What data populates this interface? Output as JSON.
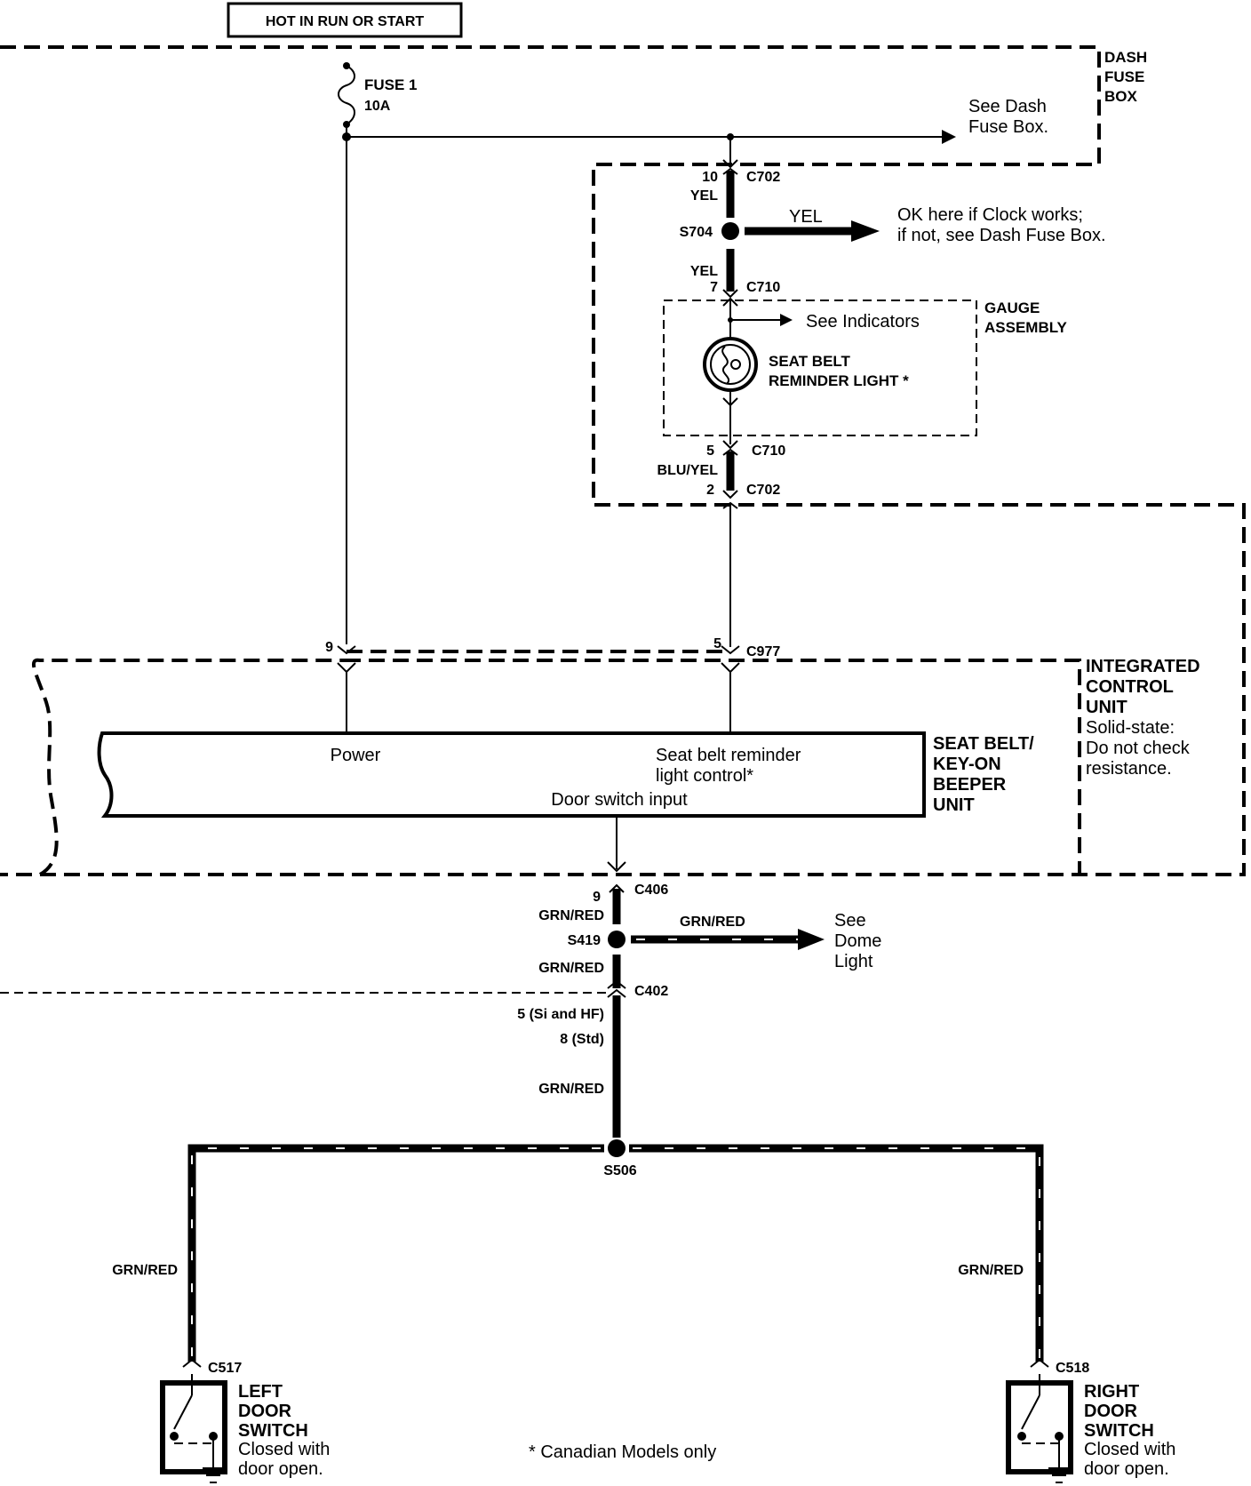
{
  "header": {
    "power_label": "HOT IN RUN OR START"
  },
  "dash_fuse_box": {
    "label": [
      "DASH",
      "FUSE",
      "BOX"
    ],
    "fuse_name": "FUSE 1",
    "fuse_rating": "10A",
    "see_note": [
      "See Dash",
      "Fuse Box."
    ]
  },
  "upper_circuit": {
    "c702_top_pin": "10",
    "c702_name": "C702",
    "wire_yel_1": "YEL",
    "splice_s704": "S704",
    "branch_wire": "YEL",
    "branch_note": [
      "OK here if Clock works;",
      "if not, see Dash Fuse Box."
    ],
    "wire_yel_2": "YEL",
    "c710_top_pin": "7",
    "c710_name": "C710",
    "see_indicators": "See Indicators",
    "gauge_assembly": [
      "GAUGE",
      "ASSEMBLY"
    ],
    "lamp_label": [
      "SEAT BELT",
      "REMINDER LIGHT *"
    ],
    "c710_bottom_pin": "5",
    "c710_bottom_name": "C710",
    "wire_blu_yel": "BLU/YEL",
    "c702_bottom_pin": "2",
    "c702_bottom_name": "C702"
  },
  "control_unit": {
    "power_pin": "9",
    "srl_pin": "5",
    "connector": "C977",
    "integrated_label": [
      "INTEGRATED",
      "CONTROL",
      "UNIT"
    ],
    "integrated_note": [
      "Solid-state:",
      "Do not check",
      "resistance."
    ],
    "beeper_label": [
      "SEAT BELT/",
      "KEY-ON",
      "BEEPER",
      "UNIT"
    ],
    "power_text": "Power",
    "srl_text": [
      "Seat belt reminder",
      "light control*"
    ],
    "door_input_text": "Door switch input"
  },
  "lower_circuit": {
    "c406_pin": "9",
    "c406_name": "C406",
    "wire_1": "GRN/RED",
    "splice_s419": "S419",
    "branch_wire": "GRN/RED",
    "branch_note": [
      "See",
      "Dome",
      "Light"
    ],
    "wire_2": "GRN/RED",
    "c402_name": "C402",
    "c402_pin_si": "5 (Si and HF)",
    "c402_pin_std": "8 (Std)",
    "wire_3": "GRN/RED",
    "splice_s506": "S506",
    "left_wire": "GRN/RED",
    "right_wire": "GRN/RED"
  },
  "switches": {
    "left_connector": "C517",
    "left_label": [
      "LEFT",
      "DOOR",
      "SWITCH"
    ],
    "left_note": [
      "Closed with",
      "door open."
    ],
    "right_connector": "C518",
    "right_label": [
      "RIGHT",
      "DOOR",
      "SWITCH"
    ],
    "right_note": [
      "Closed with",
      "door open."
    ]
  },
  "footnote": "* Canadian Models only"
}
